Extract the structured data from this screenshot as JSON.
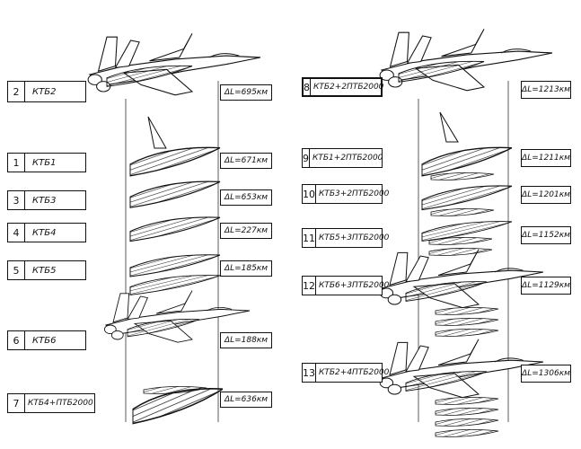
{
  "left_column": [
    {
      "num": "2",
      "code": "КТБ2",
      "delta": "ΔL=695км"
    },
    {
      "num": "1",
      "code": "КТБ1",
      "delta": "ΔL=671км"
    },
    {
      "num": "3",
      "code": "КТБ3",
      "delta": "ΔL=653км"
    },
    {
      "num": "4",
      "code": "КТБ4",
      "delta": "ΔL=227км"
    },
    {
      "num": "5",
      "code": "КТБ5",
      "delta": "ΔL=185км"
    },
    {
      "num": "6",
      "code": "КТБ6",
      "delta": "ΔL=188км"
    },
    {
      "num": "7",
      "code": "КТБ4+ПТБ2000",
      "delta": "ΔL=636км"
    }
  ],
  "right_column": [
    {
      "num": "8",
      "code": "КТБ2+2ПТБ2000",
      "delta": "ΔL=1213км"
    },
    {
      "num": "9",
      "code": "КТБ1+2ПТБ2000",
      "delta": "ΔL=1211км"
    },
    {
      "num": "10",
      "code": "КТБ3+2ПТБ2000",
      "delta": "ΔL=1201км"
    },
    {
      "num": "11",
      "code": "КТБ5+3ПТБ2000",
      "delta": "ΔL=1152км"
    },
    {
      "num": "12",
      "code": "КТБ6+3ПТБ2000",
      "delta": "ΔL=1129км"
    },
    {
      "num": "13",
      "code": "КТБ2+4ПТБ2000",
      "delta": "ΔL=1306км"
    }
  ]
}
